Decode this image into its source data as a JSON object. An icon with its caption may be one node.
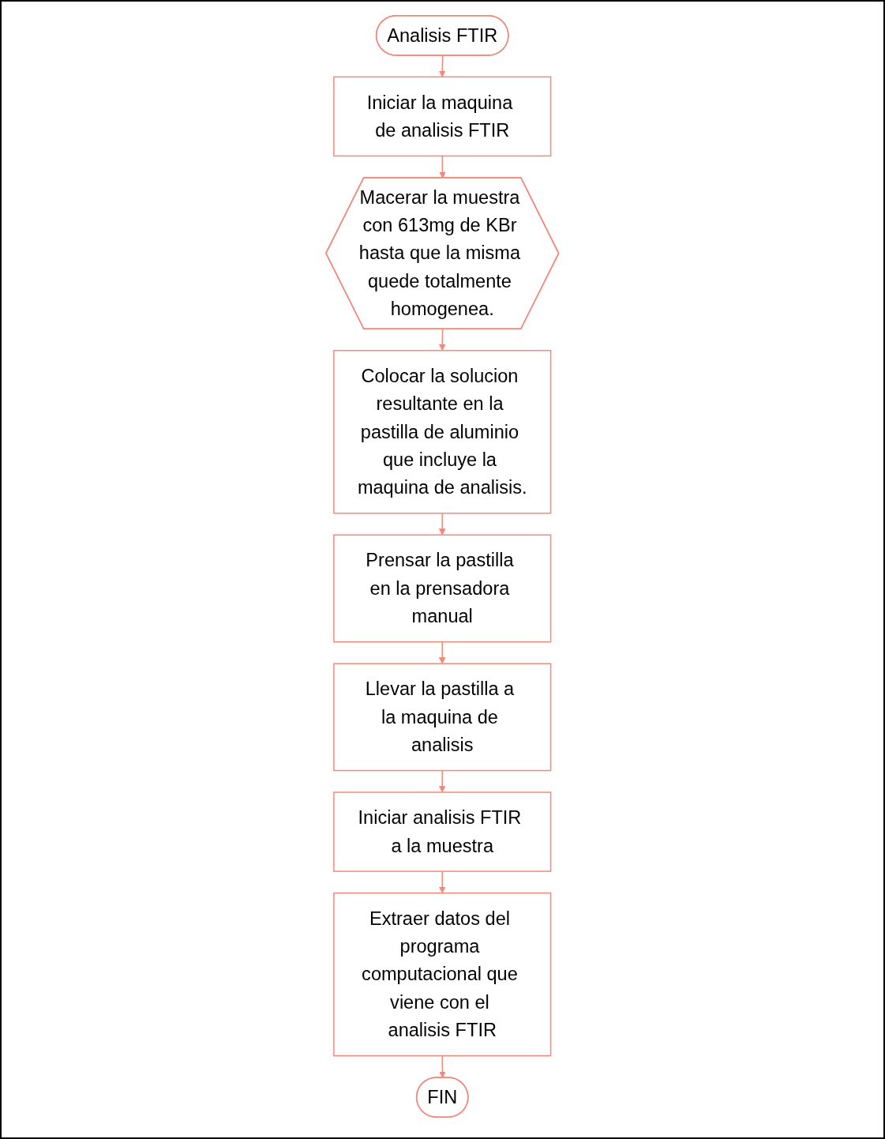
{
  "diagram": {
    "nodes": [
      {
        "text": [
          "Analisis FTIR"
        ]
      },
      {
        "text": [
          "Iniciar la maquina de analisis FTIR"
        ]
      },
      {
        "text": [
          "Macerar la muestra con 613mg de KBr hasta que la misma quede totalmente homogenea."
        ]
      },
      {
        "text": [
          "Colocar la solucion resultante en la pastilla de aluminio que incluye la maquina de analisis."
        ]
      },
      {
        "text": [
          "Prensar la pastilla en la prensadora manual"
        ]
      },
      {
        "text": [
          "Llevar la pastilla a la maquina de analisis"
        ]
      },
      {
        "text": [
          "Iniciar analisis FTIR a la muestra"
        ]
      },
      {
        "text": [
          "Extraer datos del programa computacional que viene con el analisis FTIR"
        ]
      },
      {
        "text": [
          "FIN"
        ]
      }
    ],
    "edges": [
      {
        "from": 0,
        "to": 1,
        "arrow": "to"
      },
      {
        "from": 1,
        "to": 2,
        "arrow": "to"
      },
      {
        "from": 2,
        "to": 3,
        "arrow": "to"
      },
      {
        "from": 3,
        "to": 4,
        "arrow": "to"
      },
      {
        "from": 4,
        "to": 5,
        "arrow": "to"
      },
      {
        "from": 5,
        "to": 6,
        "arrow": "to"
      },
      {
        "from": 6,
        "to": 7,
        "arrow": "to"
      },
      {
        "from": 7,
        "to": 8,
        "arrow": "to"
      }
    ]
  }
}
